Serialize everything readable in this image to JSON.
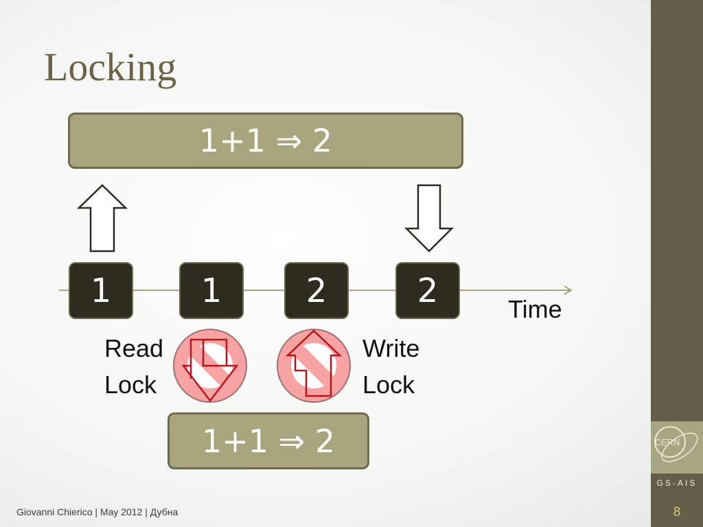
{
  "slide": {
    "title": "Locking",
    "formula_top": "1+1 ⇒ 2",
    "formula_bottom": "1+1 ⇒ 2",
    "versions": [
      "1",
      "1",
      "2",
      "2"
    ],
    "time_label": "Time",
    "read_lock_label": [
      "Read",
      "Lock"
    ],
    "write_lock_label": [
      "Write",
      "Lock"
    ]
  },
  "footer": {
    "text": "Giovanni Chierico | May 2012 | Дубна",
    "page_number": "8"
  },
  "sidebar": {
    "logo_text": "CERN",
    "logo_caption": "GS-AIS"
  },
  "colors": {
    "sidebar": "#645e48",
    "formula_box": "#a8a47d",
    "version_box": "#2e2b20",
    "prohibition_fill": "#f7a3a3",
    "prohibition_stroke": "#b8141c"
  },
  "icons": {
    "up_arrow": "arrow-up-icon",
    "down_arrow": "arrow-down-icon",
    "read_lock": "prohibition-icon",
    "write_lock": "prohibition-icon"
  }
}
